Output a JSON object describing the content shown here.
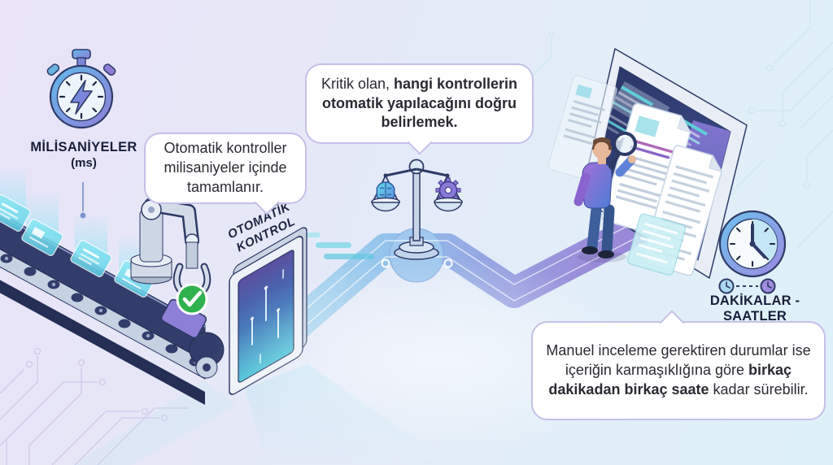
{
  "labels": {
    "milliseconds_title": "MİLİSANİYELER",
    "milliseconds_unit": "(ms)",
    "gate_line1": "OTOMATİK",
    "gate_line2": "KONTROL",
    "duration_range": "DAKİKALAR - SAATLER"
  },
  "bubbles": {
    "auto_controls": {
      "text": "Otomatik kontroller milisaniyeler içinde tamamlanır."
    },
    "critical": {
      "normal": "Kritik olan, ",
      "bold": "hangi kontrollerin otomatik yapılacağını doğru belirlemek."
    },
    "manual_review": {
      "normal_start": "Manuel inceleme gerektiren durumlar ise içeriğin karmaşıklığına göre ",
      "bold": "birkaç dakikadan birkaç saate",
      "normal_end": " kadar sürebilir."
    }
  },
  "icons": {
    "stopwatch": "stopwatch-lightning-icon",
    "balance": "balance-scale-icon",
    "left_pan": "brain-icon",
    "right_pan": "gear-icon",
    "robot": "robot-arm",
    "approval": "check-badge-icon",
    "reviewer_tool": "magnifying-glass-icon",
    "clock": "clock-icon",
    "mini_fast": "mini-clock-blue-icon",
    "mini_slow": "mini-clock-purple-icon"
  },
  "colors": {
    "background_left": "#e9e3f8",
    "background_right": "#def1f9",
    "bubble_border": "#c6c0e8",
    "text_dark": "#181f3a",
    "path_blue": "#96c2ec",
    "path_purple": "#9a8bd9",
    "portal_purple": "#5a4f9f",
    "portal_teal": "#4fc6d8",
    "success_green": "#2fb24e",
    "belt_navy": "#323d6b",
    "hologram_teal": "#8feaf4"
  }
}
